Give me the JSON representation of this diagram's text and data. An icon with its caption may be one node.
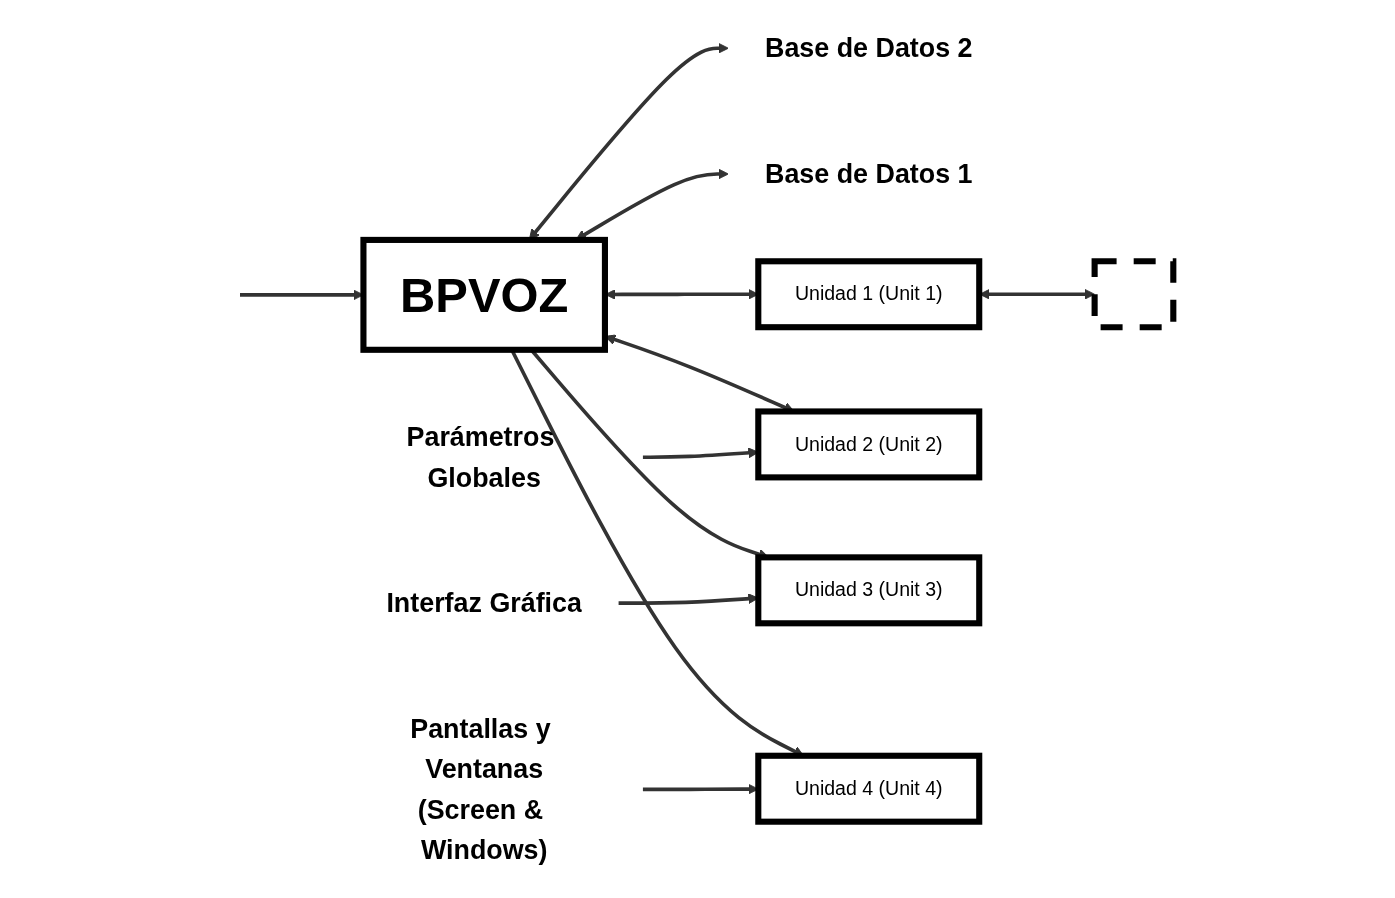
{
  "diagram": {
    "nodes": [
      {
        "text": [],
        "shape": "box"
      },
      {
        "text": [
          "Base de Datos 2"
        ]
      },
      {
        "text": [
          "Base de Datos 1"
        ]
      },
      {
        "text": [
          "Unidad 1 (Unit 1)"
        ]
      },
      {
        "text": [
          "BPVOZ"
        ]
      },
      {
        "text": [
          "Unidad 2 (Unit 2)"
        ]
      },
      {
        "text": [
          "Unidad 3 (Unit 3)"
        ]
      },
      {
        "text": [
          "Interfaz Gráfica"
        ]
      },
      {
        "text": [
          "Unidad 4 (Unit 4)"
        ]
      },
      {
        "text": [
          "Pantallas y Ventanas",
          "(Screen & Windows)"
        ]
      },
      {
        "text": [
          "Parámetros Globales"
        ]
      }
    ],
    "edges": [
      {
        "from": 3,
        "to": 0,
        "arrow": "both"
      },
      {
        "from": 4,
        "to": 1,
        "arrow": "both"
      },
      {
        "from": 4,
        "to": 2,
        "arrow": "both"
      },
      {
        "from": null,
        "to": 4,
        "arrow": "to"
      },
      {
        "from": 4,
        "to": 3,
        "arrow": "both"
      },
      {
        "from": 4,
        "to": 5,
        "arrow": "both"
      },
      {
        "from": 4,
        "to": 6,
        "arrow": "to"
      },
      {
        "from": 4,
        "to": 8,
        "arrow": "to"
      },
      {
        "from": 10,
        "to": 5,
        "arrow": "to"
      },
      {
        "from": 7,
        "to": 6,
        "arrow": "to"
      },
      {
        "from": 9,
        "to": 8,
        "arrow": "to"
      }
    ]
  }
}
